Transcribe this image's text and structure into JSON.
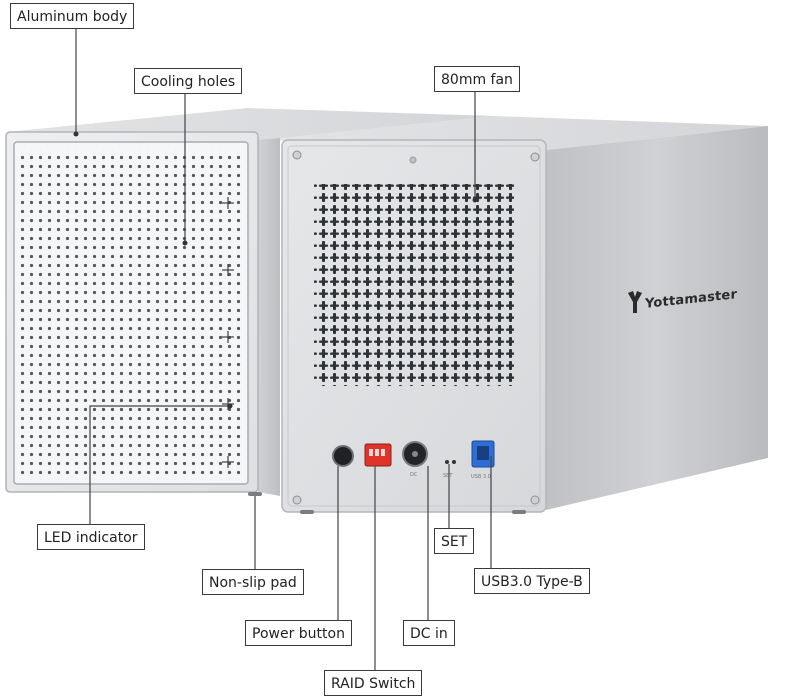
{
  "brand_text": "Yottamaster",
  "labels": {
    "aluminum_body": "Aluminum body",
    "cooling_holes": "Cooling holes",
    "fan": "80mm fan",
    "led_indicator": "LED indicator",
    "non_slip_pad": "Non-slip pad",
    "power_button": "Power button",
    "raid_switch": "RAID Switch",
    "set": "SET",
    "dc_in": "DC in",
    "usb": "USB3.0 Type-B"
  },
  "port_marks": {
    "dc": "DC",
    "set": "SET",
    "usb": "USB 3.0"
  },
  "colors": {
    "aluminum": "#c9cbce",
    "usb_port": "#2d6fd6",
    "raid_switch": "#e0342b"
  }
}
